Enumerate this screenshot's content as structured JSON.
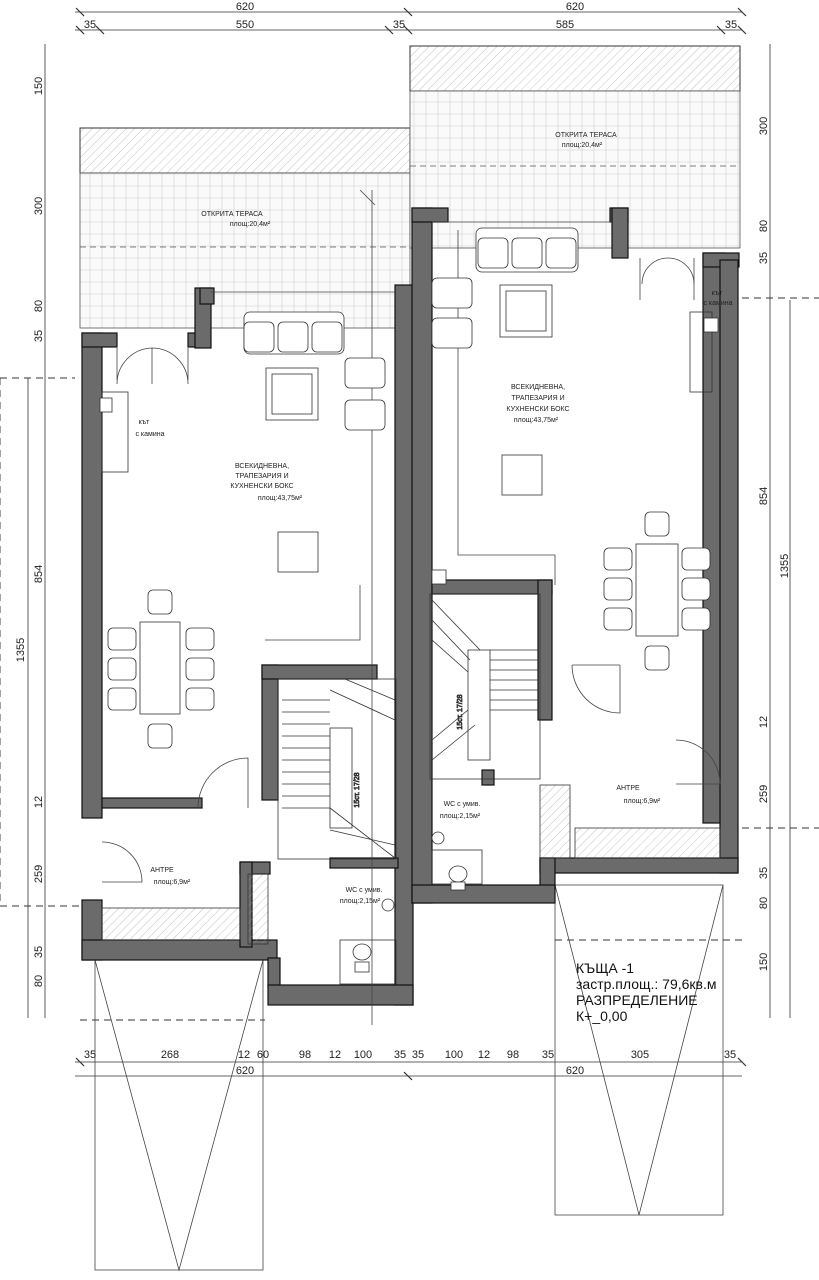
{
  "dims": {
    "top_total": [
      "620",
      "620"
    ],
    "top_parts_left": [
      "35",
      "550",
      "35"
    ],
    "top_parts_right": [
      "585",
      "35"
    ],
    "bottom_parts": [
      "35",
      "268",
      "12",
      "60",
      "98",
      "12",
      "100",
      "35",
      "35",
      "100",
      "12",
      "98",
      "35",
      "305",
      "35"
    ],
    "bottom_total": [
      "620",
      "620"
    ],
    "left_side": [
      "150",
      "300",
      "80",
      "35",
      "854",
      "12",
      "259",
      "35",
      "80"
    ],
    "left_total": "1355",
    "right_side": [
      "300",
      "80",
      "35",
      "854",
      "12",
      "259",
      "35",
      "80",
      "150"
    ],
    "right_total": "1355"
  },
  "rooms": {
    "terrace_left": [
      "ОТКРИТА ТЕРАСА",
      "площ:20,4м²"
    ],
    "terrace_right": [
      "ОТКРИТА ТЕРАСА",
      "площ:20,4м²"
    ],
    "living_left": [
      "ВСЕКИДНЕВНА,",
      "ТРАПЕЗАРИЯ И",
      "КУХНЕНСКИ БОКС",
      "площ:43,75м²"
    ],
    "living_right": [
      "ВСЕКИДНЕВНА,",
      "ТРАПЕЗАРИЯ И",
      "КУХНЕНСКИ БОКС",
      "площ:43,75м²"
    ],
    "fireplace_left": [
      "кът",
      "с камина"
    ],
    "fireplace_right": [
      "кът",
      "с камина"
    ],
    "hall_left": [
      "АНТРЕ",
      "площ:6,9м²"
    ],
    "hall_right": [
      "АНТРЕ",
      "площ:6,9м²"
    ],
    "wc_left": [
      "WC с умив.",
      "площ:2,15м²"
    ],
    "wc_right": [
      "WC с умив.",
      "площ:2,15м²"
    ],
    "stair_left": "15ст. 17/28",
    "stair_right": "15ст. 17/28"
  },
  "title_block": [
    "КЪЩА -1",
    "застр.площ.: 79,6кв.м",
    "РАЗПРЕДЕЛЕНИЕ",
    "К+_0,00"
  ]
}
